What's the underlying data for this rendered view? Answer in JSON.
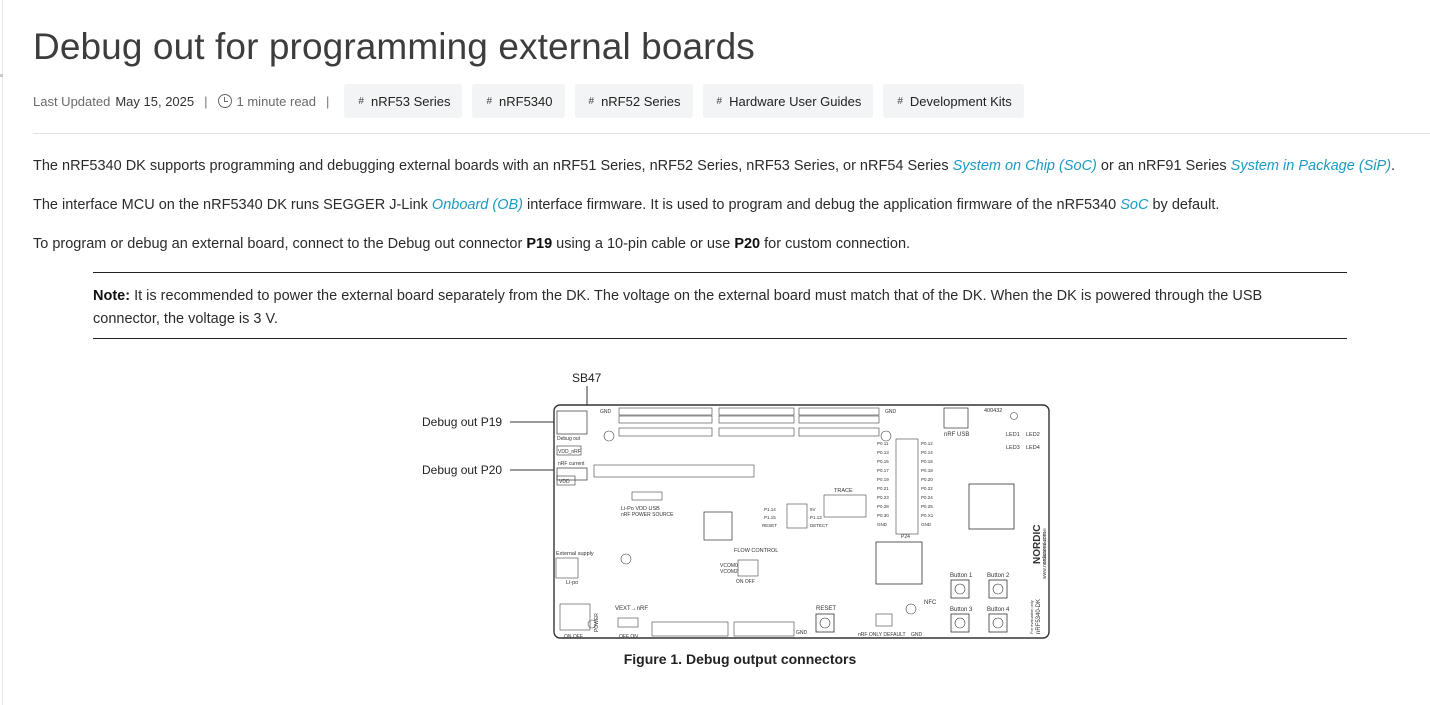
{
  "page": {
    "title": "Debug out for programming external boards",
    "meta": {
      "last_updated_label": "Last Updated",
      "last_updated_date": "May 15, 2025",
      "separator": "|",
      "read_time": "1 minute read"
    },
    "tags": [
      {
        "label": "nRF53 Series",
        "icon": "hash-icon"
      },
      {
        "label": "nRF5340",
        "icon": "hash-icon"
      },
      {
        "label": "nRF52 Series",
        "icon": "hash-icon"
      },
      {
        "label": "Hardware User Guides",
        "icon": "hash-icon"
      },
      {
        "label": "Development Kits",
        "icon": "hash-icon"
      }
    ]
  },
  "content": {
    "p1": {
      "a": "The nRF5340 DK supports programming and debugging external boards with an nRF51 Series, nRF52 Series, nRF53 Series, or nRF54 Series ",
      "link1": "System on Chip (SoC)",
      "b": " or an nRF91 Series ",
      "link2": "System in Package (SiP)",
      "c": "."
    },
    "p2": {
      "a": "The interface MCU on the nRF5340 DK runs SEGGER J-Link ",
      "link1": "Onboard (OB)",
      "b": " interface firmware. It is used to program and debug the application firmware of the nRF5340 ",
      "link2": "SoC",
      "c": " by default."
    },
    "p3": {
      "a": "To program or debug an external board, connect to the Debug out connector ",
      "bold1": "P19",
      "b": " using a 10-pin cable or use ",
      "bold2": "P20",
      "c": " for custom connection."
    },
    "note": {
      "label": "Note:",
      "text": " It is recommended to power the external board separately from the DK. The voltage on the external board must match that of the DK. When the DK is powered through the USB connector, the voltage is 3 V."
    }
  },
  "figure": {
    "callouts": {
      "sb47": "SB47",
      "p19": "Debug out P19",
      "p20": "Debug out P20"
    },
    "board_labels": {
      "gnd": "GND",
      "nrf_usb": "nRF USB",
      "id": "400432",
      "led1": "LED1",
      "led2": "LED2",
      "led3": "LED3",
      "led4": "LED4",
      "debug_out": "Debug out",
      "vdd_nrf": "VDD_nRF",
      "nrf_current": "nRF current",
      "vdd": "VDD",
      "power_source": "nRF POWER SOURCE",
      "power_source_opts": "Li-Po VDD USB",
      "trace": "TRACE",
      "detect": "DETECT",
      "reset": "RESET",
      "flow_control": "FLOW CONTROL",
      "vcom0": "VCOM0",
      "vcom2": "VCOM2",
      "on_off": "ON OFF",
      "external_supply": "External supply",
      "li_po": "Li-po",
      "power": "POWER",
      "vext_nrf": "VEXT→nRF",
      "off_on": "OFF ON",
      "nfc": "NFC",
      "nrf_only_default": "nRF ONLY DEFAULT",
      "button1": "Button 1",
      "button2": "Button 2",
      "button3": "Button 3",
      "button4": "Button 4",
      "nordic": "NORDIC",
      "brand_sub": "SEMICONDUCTOR",
      "url": "www.nordicsemi.com",
      "dk_name": "nRF5340-DK",
      "antenna_note": "For evaluation only",
      "p24": "P24",
      "pins_right": [
        "P0.11",
        "P0.13",
        "P0.15",
        "P0.17",
        "P0.19",
        "P0.21",
        "P0.23",
        "P0.28",
        "P0.30",
        "GND"
      ],
      "pins_right2": [
        "P0.12",
        "P0.14",
        "P0.16",
        "P0.18",
        "P0.20",
        "P0.22",
        "P0.24",
        "P0.25",
        "P0.X1",
        "GND"
      ],
      "p1_pins": [
        "P1.14",
        "P1.15",
        "RESET"
      ],
      "p1_pins2": [
        "5V",
        "P1.13",
        "DETECT"
      ]
    },
    "caption": "Figure 1. Debug output connectors"
  }
}
